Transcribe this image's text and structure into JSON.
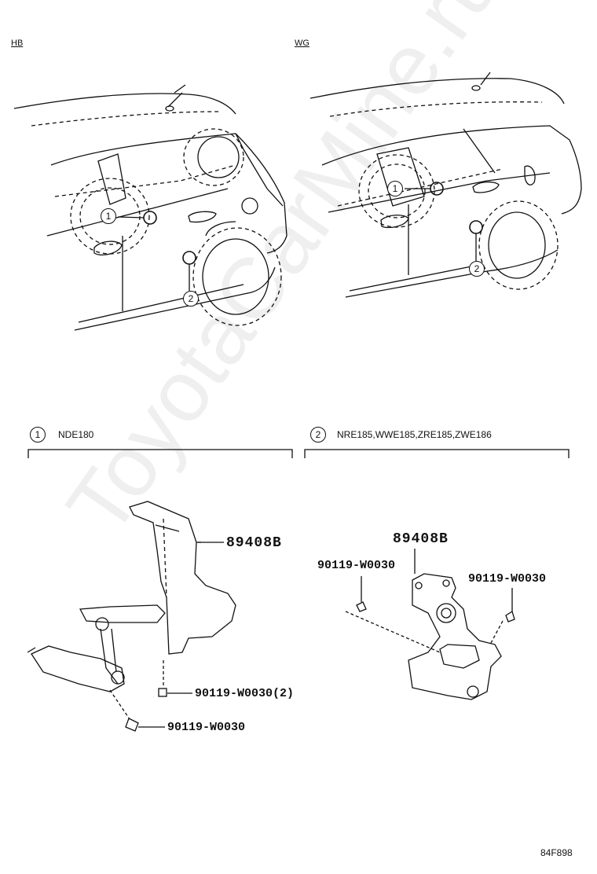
{
  "views": {
    "left_tag": "HB",
    "right_tag": "WG"
  },
  "callouts": {
    "one": "1",
    "two": "2"
  },
  "sections": [
    {
      "num": "1",
      "models": "NDE180"
    },
    {
      "num": "2",
      "models": "NRE185,WWE185,ZRE185,ZWE186"
    }
  ],
  "parts": {
    "left_main": "89408B",
    "left_bolt_a": "90119-W0030(2)",
    "left_bolt_b": "90119-W0030",
    "right_main": "89408B",
    "right_bolt_a": "90119-W0030",
    "right_bolt_b": "90119-W0030"
  },
  "diagram_code": "84F898",
  "watermark": "ToyotaCarMine.ru"
}
